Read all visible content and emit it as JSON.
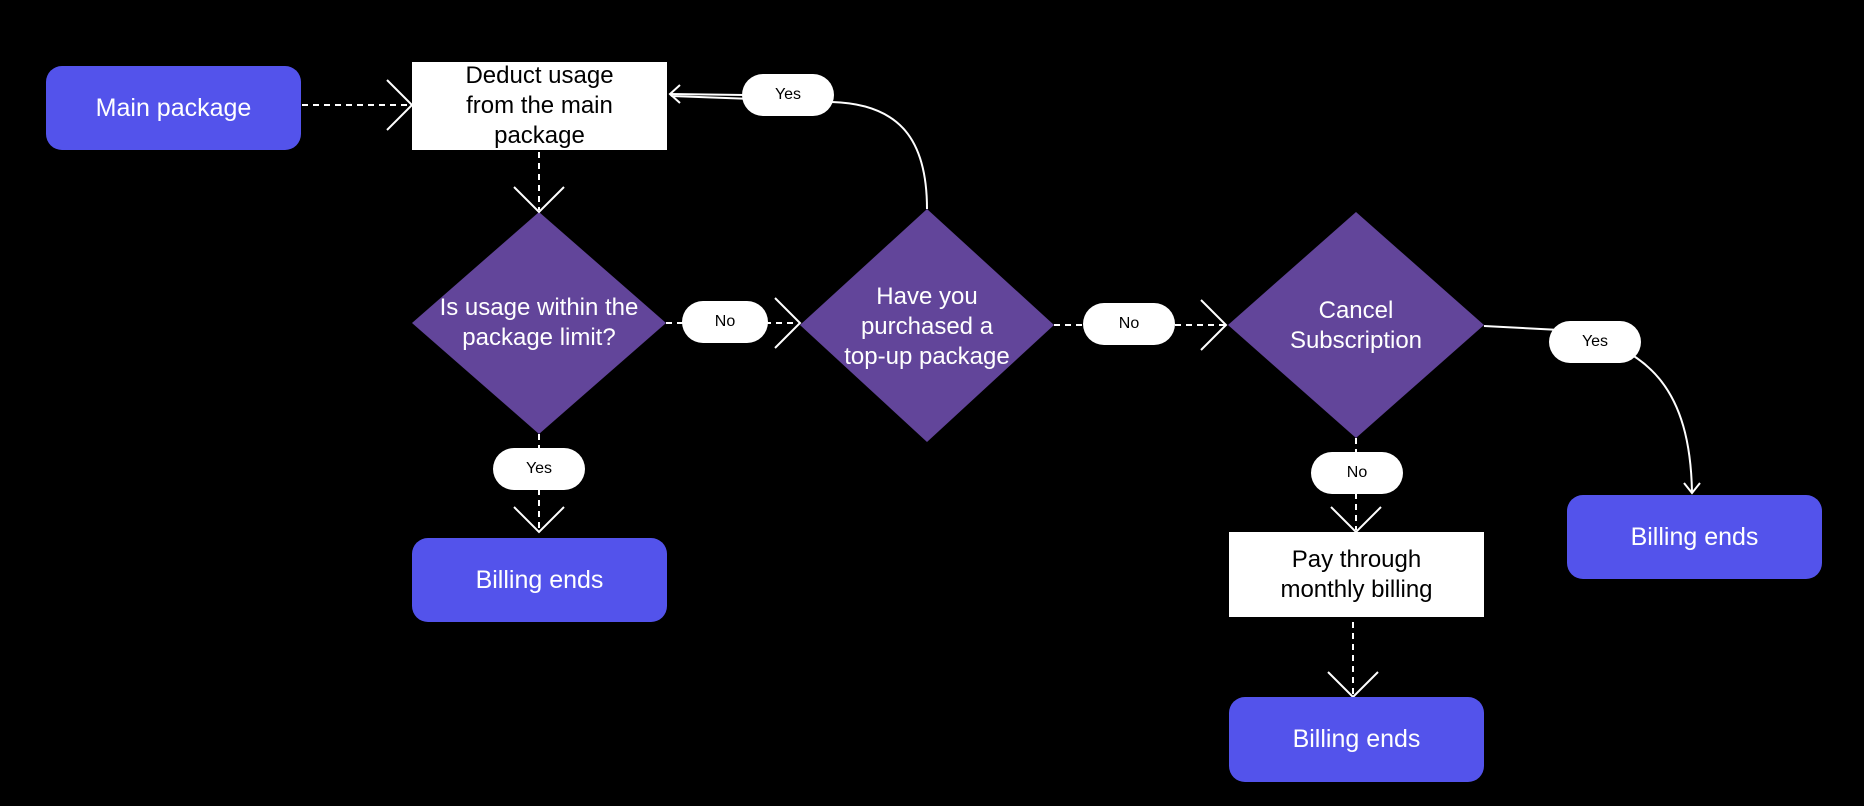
{
  "colors": {
    "background": "#000000",
    "terminal_fill": "#5353eb",
    "decision_fill": "#62459a",
    "process_fill": "#ffffff",
    "connector": "#ffffff",
    "label_pill": "#ffffff"
  },
  "nodes": {
    "main_package": {
      "label": "Main package",
      "shape": "rounded-rectangle"
    },
    "deduct_usage": {
      "label": "Deduct usage\nfrom the main\npackage",
      "shape": "rectangle"
    },
    "usage_within_limit": {
      "label": "Is usage within the\npackage limit?",
      "shape": "diamond"
    },
    "purchased_topup": {
      "label": "Have you\npurchased a\ntop-up package",
      "shape": "diamond"
    },
    "cancel_subscription": {
      "label": "Cancel\nSubscription",
      "shape": "diamond"
    },
    "billing_ends_1": {
      "label": "Billing ends",
      "shape": "rounded-rectangle"
    },
    "pay_monthly": {
      "label": "Pay through\nmonthly billing",
      "shape": "rectangle"
    },
    "billing_ends_2": {
      "label": "Billing ends",
      "shape": "rounded-rectangle"
    },
    "billing_ends_3": {
      "label": "Billing ends",
      "shape": "rounded-rectangle"
    }
  },
  "edge_labels": {
    "limit_no": "No",
    "limit_yes": "Yes",
    "topup_yes": "Yes",
    "topup_no": "No",
    "cancel_yes": "Yes",
    "cancel_no": "No"
  }
}
